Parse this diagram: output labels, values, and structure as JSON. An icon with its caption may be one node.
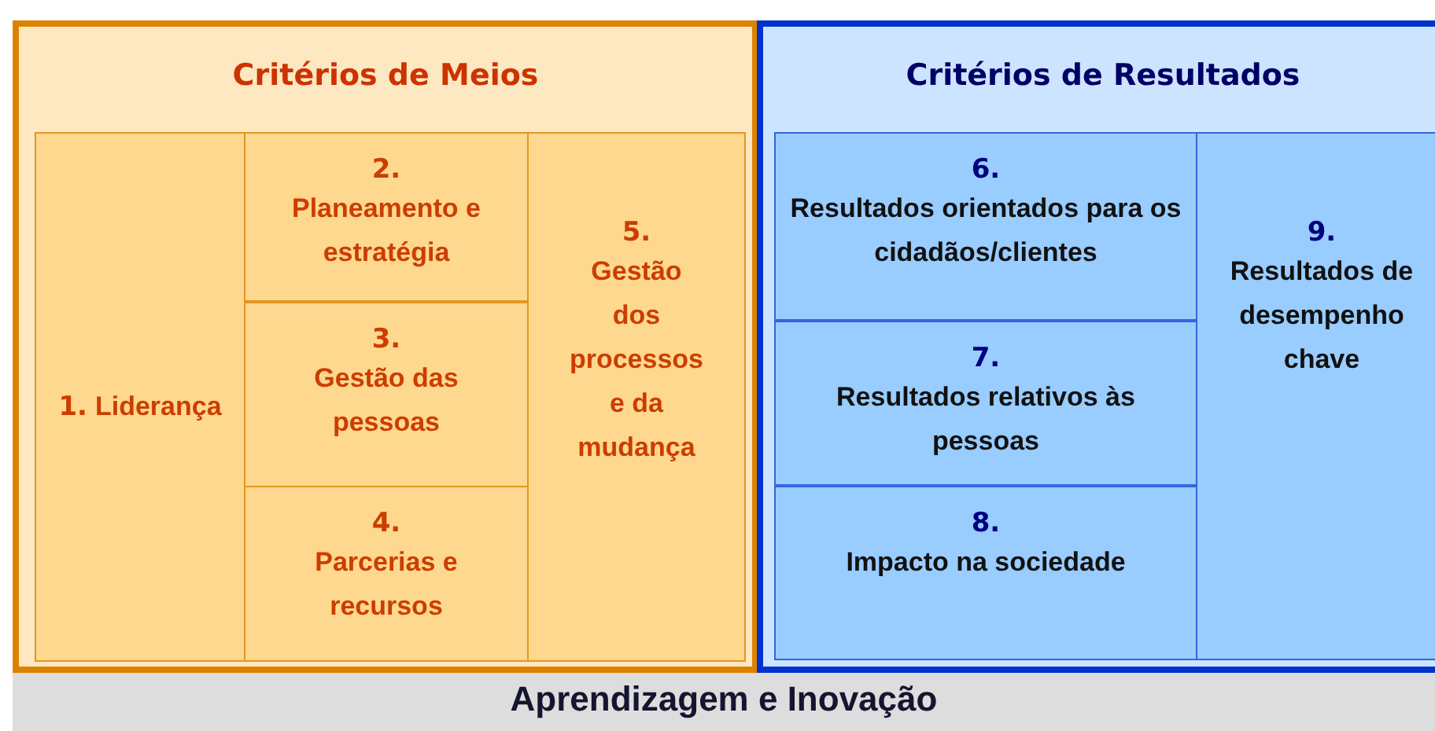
{
  "diagram": {
    "nodes": [
      {
        "text": [
          "Critérios de Meios"
        ]
      },
      {
        "text": [
          "1.",
          "Liderança"
        ],
        "in": 0
      },
      {
        "text": [
          "2.",
          "Planeamento e estratégia"
        ],
        "in": 0
      },
      {
        "text": [
          "3.",
          "Gestão das pessoas"
        ],
        "in": 0
      },
      {
        "text": [
          "4.",
          "Parcerias e recursos"
        ],
        "in": 0
      },
      {
        "text": [
          "5.",
          "Gestão dos processos e da mudança"
        ],
        "in": 0
      },
      {
        "text": [
          "Critérios de Resultados"
        ]
      },
      {
        "text": [
          "6.",
          "Resultados orientados para os cidadãos/clientes"
        ],
        "in": 6
      },
      {
        "text": [
          "7.",
          "Resultados relativos às pessoas"
        ],
        "in": 6
      },
      {
        "text": [
          "8.",
          "Impacto na sociedade"
        ],
        "in": 6
      },
      {
        "text": [
          "9.",
          "Resultados de desempenho chave"
        ],
        "in": 6
      },
      {
        "text": [
          "Aprendizagem e Inovação"
        ]
      }
    ]
  }
}
